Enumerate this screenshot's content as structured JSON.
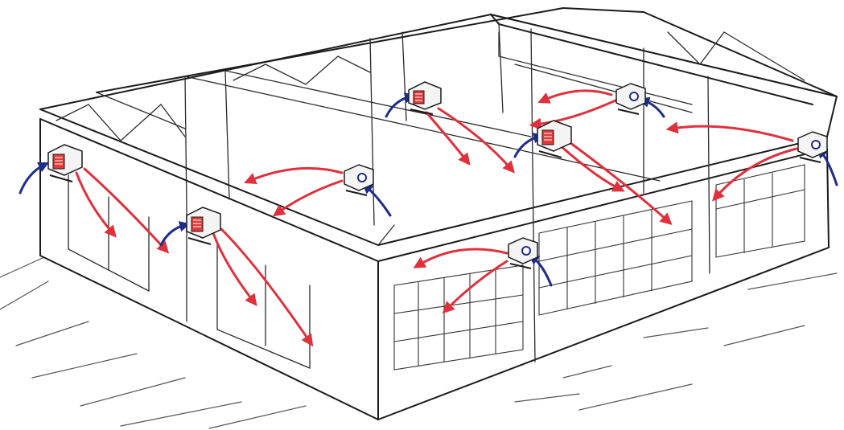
{
  "colors": {
    "ink": "#1b1b1b",
    "warm_air": "#e0303c",
    "warm_air_light": "#f6b3b8",
    "cold_air": "#1f2d8a",
    "heater_red": "#e23a3a",
    "heater_body": "#f4f4f4"
  },
  "heaters": [
    {
      "name": "heater-front-left",
      "style": "grille-red"
    },
    {
      "name": "heater-front-middle",
      "style": "grille-red"
    },
    {
      "name": "heater-back-left",
      "style": "grille-red"
    },
    {
      "name": "heater-center",
      "style": "grille-red"
    },
    {
      "name": "heater-mid-fan",
      "style": "fan-blue"
    },
    {
      "name": "heater-back-right-fan",
      "style": "fan-blue"
    },
    {
      "name": "heater-right-fan",
      "style": "fan-blue"
    },
    {
      "name": "heater-front-right-fan",
      "style": "fan-blue"
    }
  ],
  "airflow": {
    "warm_arrow_icon": "red-warm-air-arrow",
    "cold_arrow_icon": "blue-intake-air-arrow"
  }
}
